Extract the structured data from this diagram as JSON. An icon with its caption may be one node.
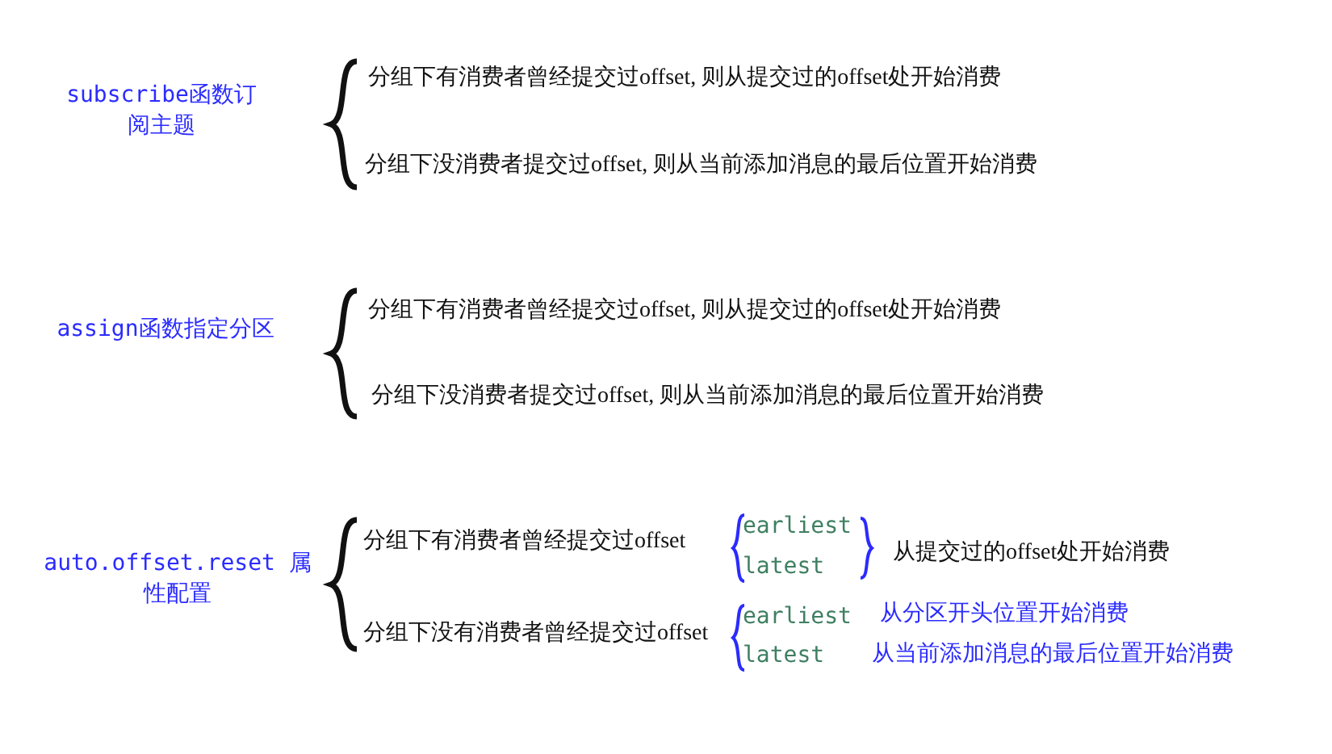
{
  "diagram": {
    "labels": [
      "subscribe函数订阅主题",
      "分组下有消费者曾经提交过offset, 则从提交过的offset处开始消费",
      "分组下没消费者提交过offset, 则从当前添加消息的最后位置开始消费",
      "assign函数指定分区",
      "分组下有消费者曾经提交过offset, 则从提交过的offset处开始消费",
      "分组下没消费者提交过offset, 则从当前添加消息的最后位置开始消费",
      "auto.offset.reset 属性配置",
      "分组下有消费者曾经提交过offset",
      "earliest",
      "latest",
      "从提交过的offset处开始消费",
      "分组下没有消费者曾经提交过offset",
      "earliest",
      "从分区开头位置开始消费",
      "latest",
      "从当前添加消息的最后位置开始消费"
    ]
  }
}
